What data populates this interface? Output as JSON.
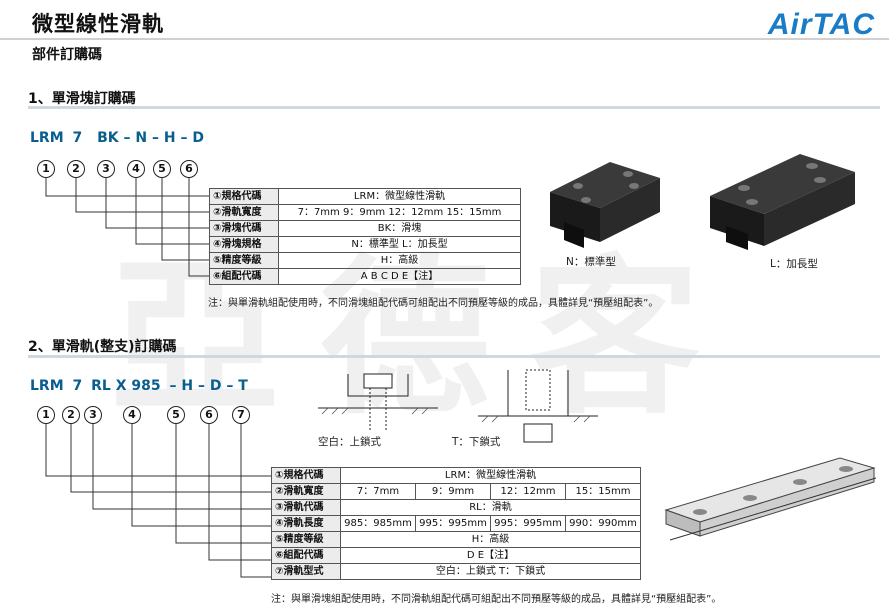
{
  "header": {
    "title": "微型線性滑軌",
    "subtitle": "部件訂購碼",
    "brand": "AirTAC"
  },
  "watermark": "亞德客",
  "section1": {
    "heading": "1、單滑塊訂購碼",
    "code": [
      "LRM",
      "7",
      "BK",
      "–",
      "N",
      "–",
      "H",
      "–",
      "D"
    ],
    "markers": [
      "1",
      "2",
      "3",
      "4",
      "5",
      "6"
    ],
    "rows": [
      {
        "label": "①規格代碼",
        "values": [
          "LRM：微型線性滑軌"
        ]
      },
      {
        "label": "②滑軌寬度",
        "values": [
          "7：7mm   9：9mm   12：12mm   15：15mm"
        ]
      },
      {
        "label": "③滑塊代碼",
        "values": [
          "BK：滑塊"
        ]
      },
      {
        "label": "④滑塊規格",
        "values": [
          "N：標準型          L：加長型"
        ]
      },
      {
        "label": "⑤精度等級",
        "values": [
          "H：高級"
        ]
      },
      {
        "label": "⑥組配代碼",
        "values": [
          "A  B  C  D  E【注】"
        ]
      }
    ],
    "note": "注：與單滑軌組配使用時，不同滑塊組配代碼可組配出不同預壓等級的成品，具體詳見“預壓組配表”。",
    "caption_n": "N：標準型",
    "caption_l": "L：加長型"
  },
  "section2": {
    "heading": "2、單滑軌(整支)訂購碼",
    "code": [
      "LRM",
      "7",
      "RL",
      "X",
      "985",
      "–",
      "H",
      "–",
      "D",
      "–",
      "T"
    ],
    "markers": [
      "1",
      "2",
      "3",
      "4",
      "5",
      "6",
      "7"
    ],
    "rows": [
      {
        "label": "①規格代碼",
        "values": [
          "LRM：微型線性滑軌"
        ]
      },
      {
        "label": "②滑軌寬度",
        "values": [
          "7：7mm",
          "9：9mm",
          "12：12mm",
          "15：15mm"
        ]
      },
      {
        "label": "③滑軌代碼",
        "values": [
          "RL：滑軌"
        ]
      },
      {
        "label": "④滑軌長度",
        "values": [
          "985：985mm",
          "995：995mm",
          "995：995mm",
          "990：990mm"
        ]
      },
      {
        "label": "⑤精度等級",
        "values": [
          "H：高級"
        ]
      },
      {
        "label": "⑥組配代碼",
        "values": [
          "D  E【注】"
        ]
      },
      {
        "label": "⑦滑軌型式",
        "values": [
          "空白：上鎖式        T：下鎖式"
        ]
      }
    ],
    "note": "注：與單滑塊組配使用時，不同滑軌組配代碼可組配出不同預壓等級的成品，具體詳見“預壓組配表”。",
    "caption_top": "空白：上鎖式",
    "caption_bottom": "T：下鎖式"
  },
  "colors": {
    "code": "#0a5d8f",
    "brand": "#1a7cc4",
    "label_bg": "#ececec"
  }
}
